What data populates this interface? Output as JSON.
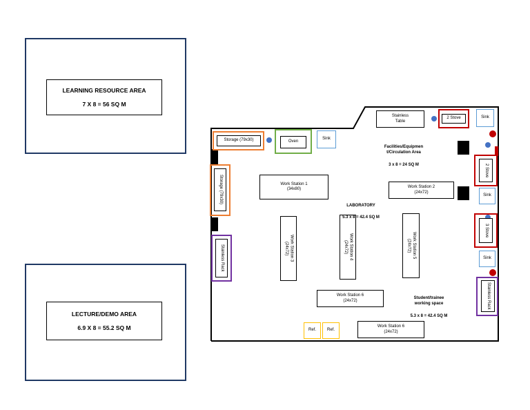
{
  "areas": {
    "learning_resource": {
      "title": "LEARNING RESOURCE AREA",
      "formula": "7 X 8 = 56 SQ M"
    },
    "lecture_demo": {
      "title": "LECTURE/DEMO AREA",
      "formula": "6.9 X 8 = 55.2 SQ M"
    }
  },
  "lab": {
    "title": "LABORATORY",
    "formula": "5.3 x 8 = 42.4 SQ M",
    "facilities_label": "Facilities/Equipmen\nt/Circulation Area",
    "facilities_formula": "3 x 8 = 24 SQ M",
    "student_label": "Student/trainee\nworking space",
    "student_formula": "5.3 x 8 = 42.4 SQ M"
  },
  "fixtures": {
    "stainless_table": "Stainless\nTable",
    "stove_top": "2 Stove",
    "sink_top_right": "Sink",
    "storage": "Storage (79x30)",
    "oven": "Oven",
    "sink_top_left": "Sink",
    "storage_vertical": "Storage (79x30)",
    "stainless_rack_left": "Stainless Rack",
    "stove_right_1": "2 Stove",
    "sink_right_1": "Sink",
    "stove_right_2": "3 Stove",
    "sink_right_2": "Sink",
    "stainless_rack_right": "Stainless Rack",
    "ref_1": "Ref.",
    "ref_2": "Ref."
  },
  "workstations": {
    "ws1": "Work Station 1\n(34x80)",
    "ws2": "Work Station 2\n(24x72)",
    "ws3": "Work Station 3\n(24x72)",
    "ws4": "Work Station 4\n(24x72)",
    "ws5": "Work Station 5\n(24x72)",
    "ws6a": "Work Station 6\n(24x72)",
    "ws6b": "Work Station 6\n(24x72)"
  },
  "colors": {
    "outer_border": "#1f3864",
    "storage": "#ed7d31",
    "oven": "#70ad47",
    "sink": "#5b9bd5",
    "stove": "#c00000",
    "rack": "#7030a0",
    "ref": "#ffc000",
    "dot_blue": "#4472c4",
    "dot_red": "#c00000"
  }
}
